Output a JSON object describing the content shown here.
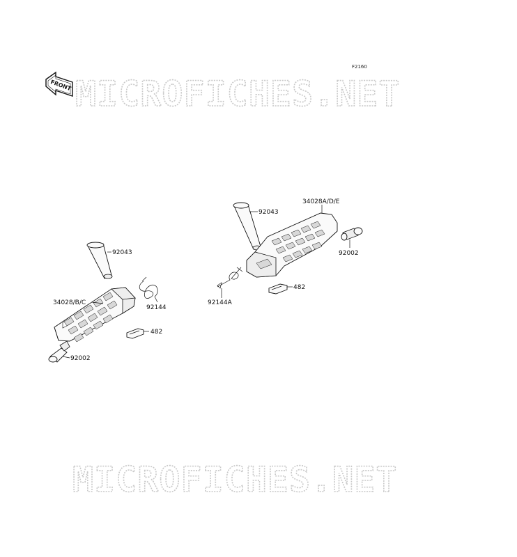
{
  "figure_code": "F2160",
  "front_label": "FRONT",
  "watermark_text": "MICROFICHES.NET",
  "parts": {
    "left_footpeg": "34028/B/C",
    "left_pin": "92043",
    "left_spring": "92144",
    "left_clip": "482",
    "left_tip": "92002",
    "right_footpeg": "34028A/D/E",
    "right_pin": "92043",
    "right_spring": "92144A",
    "right_clip": "482",
    "right_tip": "92002"
  }
}
